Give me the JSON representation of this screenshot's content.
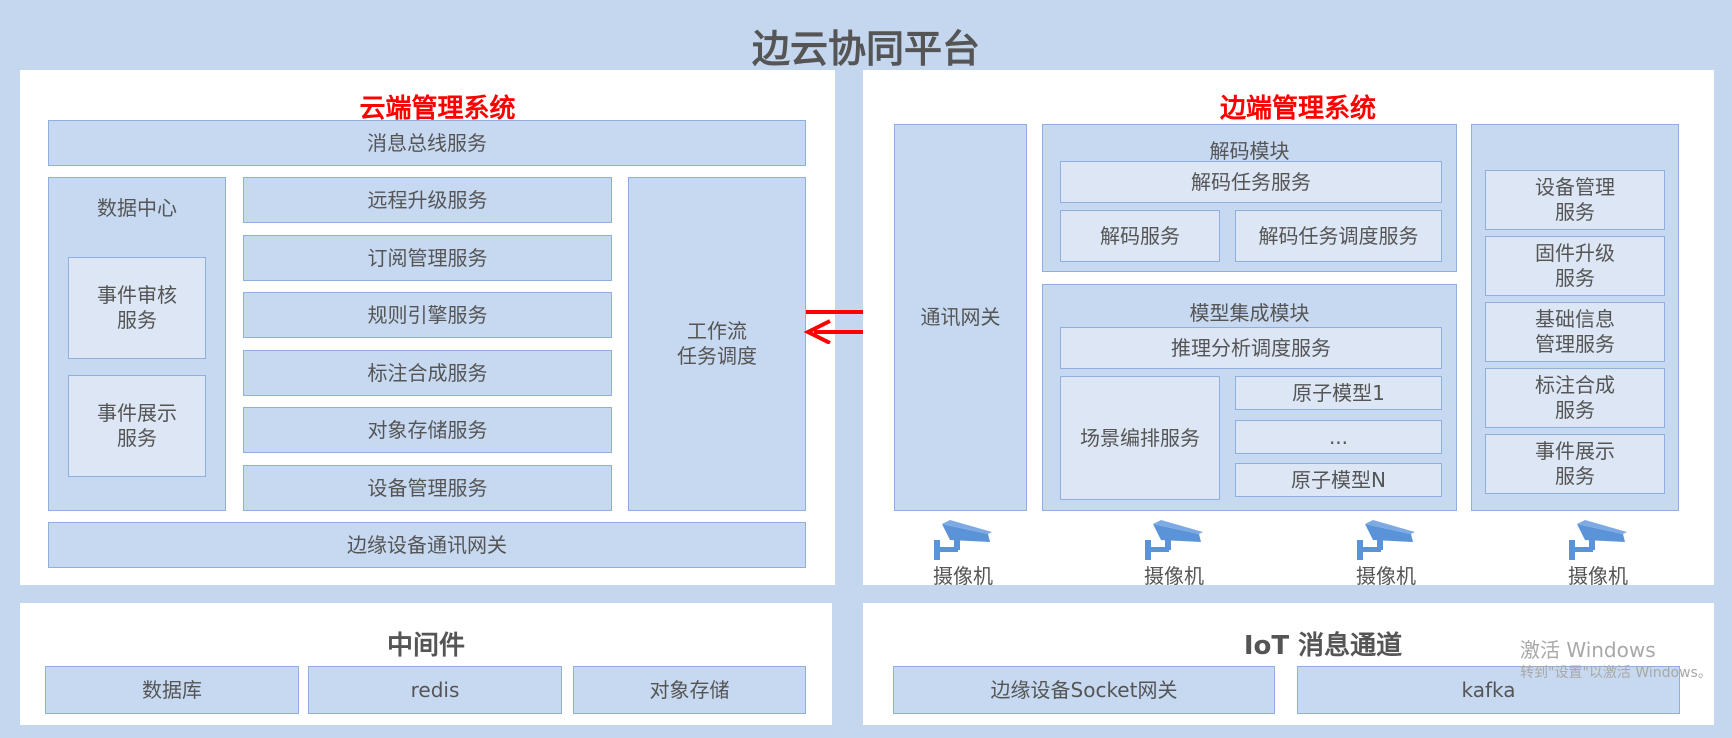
{
  "title": "边云协同平台",
  "cloud": {
    "title": "云端管理系统",
    "bus": "消息总线服务",
    "data_center": {
      "title": "数据中心",
      "items": [
        "事件审核\n服务",
        "事件展示\n服务"
      ]
    },
    "services": [
      "远程升级服务",
      "订阅管理服务",
      "规则引擎服务",
      "标注合成服务",
      "对象存储服务",
      "设备管理服务"
    ],
    "workflow": "工作流\n任务调度",
    "gateway": "边缘设备通讯网关"
  },
  "edge": {
    "title": "边端管理系统",
    "comm_gateway": "通讯网关",
    "decode": {
      "title": "解码模块",
      "task_service": "解码任务服务",
      "service": "解码服务",
      "scheduler": "解码任务调度服务"
    },
    "model": {
      "title": "模型集成模块",
      "inference": "推理分析调度服务",
      "scene": "场景编排服务",
      "atoms": [
        "原子模型1",
        "...",
        "原子模型N"
      ]
    },
    "right_services": [
      "设备管理\n服务",
      "固件升级\n服务",
      "基础信息\n管理服务",
      "标注合成\n服务",
      "事件展示\n服务"
    ],
    "cameras": [
      "摄像机",
      "摄像机",
      "摄像机",
      "摄像机"
    ],
    "camera_icon": "security-camera-icon"
  },
  "middleware": {
    "title": "中间件",
    "items": [
      "数据库",
      "redis",
      "对象存储"
    ]
  },
  "iot": {
    "title": "IoT 消息通道",
    "items": [
      "边缘设备Socket网关",
      "kafka"
    ]
  },
  "watermark": {
    "line1": "激活 Windows",
    "line2": "转到\"设置\"以激活 Windows。"
  },
  "colors": {
    "background": "#c5d7ef",
    "box": "#c7d9f1",
    "box_border": "#8fb0de",
    "system_title": "#ff0000",
    "arrow": "#ff0000",
    "camera": "#5b93d8"
  }
}
